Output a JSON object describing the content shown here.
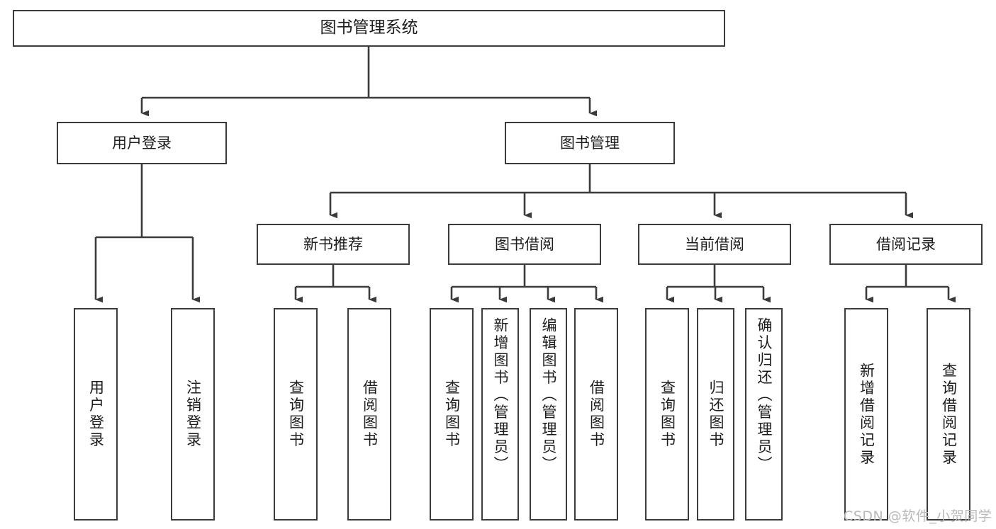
{
  "diagram": {
    "title": "图书管理系统",
    "type": "tree-hierarchy-chart",
    "background_color": "#ffffff",
    "border_color": "#3b3b3b",
    "text_color": "#1d1d1d",
    "root": {
      "id": "root",
      "label": "图书管理系统"
    },
    "level2": [
      {
        "id": "user-login",
        "label": "用户登录"
      },
      {
        "id": "book-management",
        "label": "图书管理"
      }
    ],
    "level3": [
      {
        "id": "new-book-recommend",
        "label": "新书推荐",
        "parent": "book-management"
      },
      {
        "id": "book-borrow",
        "label": "图书借阅",
        "parent": "book-management"
      },
      {
        "id": "current-borrow",
        "label": "当前借阅",
        "parent": "book-management"
      },
      {
        "id": "borrow-record",
        "label": "借阅记录",
        "parent": "book-management"
      }
    ],
    "leaves": {
      "user_login": [
        {
          "id": "leaf-user-login",
          "label": "用户登录"
        },
        {
          "id": "leaf-logout-login",
          "label": "注销登录"
        }
      ],
      "new_book_recommend": [
        {
          "id": "leaf-query-book-1",
          "label": "查询图书"
        },
        {
          "id": "leaf-borrow-book-1",
          "label": "借阅图书"
        }
      ],
      "book_borrow": [
        {
          "id": "leaf-query-book-2",
          "label": "查询图书"
        },
        {
          "id": "leaf-add-book",
          "label": "新增图书（管理员）"
        },
        {
          "id": "leaf-edit-book",
          "label": "编辑图书（管理员）"
        },
        {
          "id": "leaf-borrow-book-2",
          "label": "借阅图书"
        }
      ],
      "current_borrow": [
        {
          "id": "leaf-query-book-3",
          "label": "查询图书"
        },
        {
          "id": "leaf-return-book",
          "label": "归还图书"
        },
        {
          "id": "leaf-confirm-return",
          "label": "确认归还（管理员）"
        }
      ],
      "borrow_record": [
        {
          "id": "leaf-add-record",
          "label": "新增借阅记录"
        },
        {
          "id": "leaf-query-record",
          "label": "查询借阅记录"
        }
      ]
    }
  },
  "watermark": {
    "text": "CSDN @软件_小贺同学"
  }
}
